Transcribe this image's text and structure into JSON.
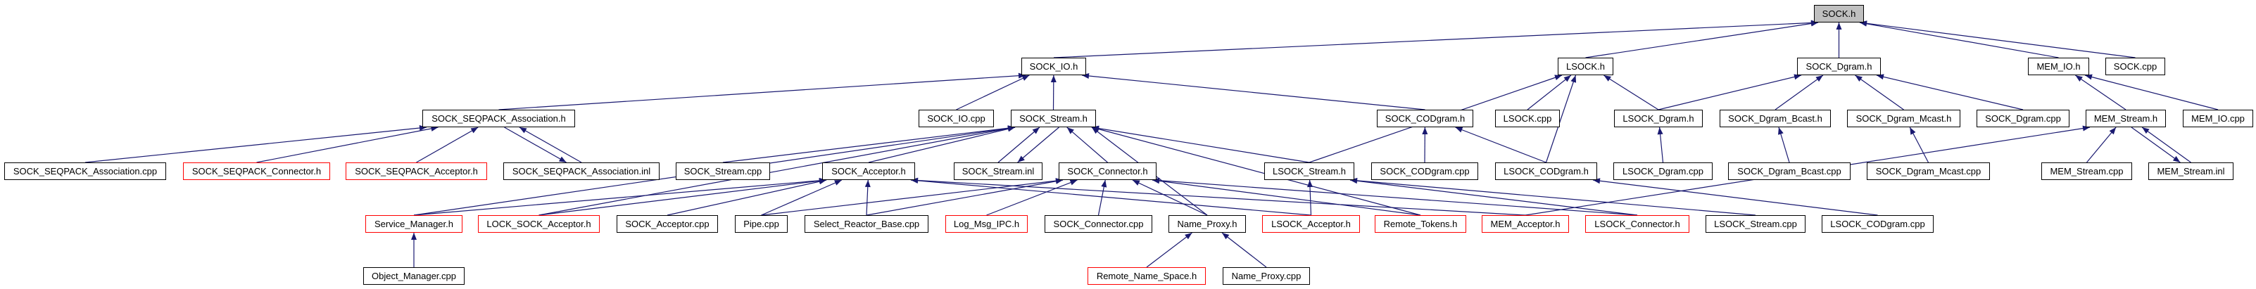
{
  "colors": {
    "edge": "#191970",
    "incomplete_border": "#ff0000",
    "root_fill": "#bfbfbf",
    "border": "#000000"
  },
  "nodes": [
    {
      "label": "SOCK.h",
      "style": "root"
    },
    {
      "label": "SOCK_IO.h",
      "style": "normal"
    },
    {
      "label": "LSOCK.h",
      "style": "normal"
    },
    {
      "label": "SOCK_Dgram.h",
      "style": "normal"
    },
    {
      "label": "MEM_IO.h",
      "style": "normal"
    },
    {
      "label": "SOCK.cpp",
      "style": "normal"
    },
    {
      "label": "SOCK_SEQPACK_Association.h",
      "style": "normal"
    },
    {
      "label": "SOCK_IO.cpp",
      "style": "normal"
    },
    {
      "label": "SOCK_Stream.h",
      "style": "normal"
    },
    {
      "label": "SOCK_CODgram.h",
      "style": "normal"
    },
    {
      "label": "LSOCK.cpp",
      "style": "normal"
    },
    {
      "label": "LSOCK_Dgram.h",
      "style": "normal"
    },
    {
      "label": "SOCK_Dgram_Bcast.h",
      "style": "normal"
    },
    {
      "label": "SOCK_Dgram_Mcast.h",
      "style": "normal"
    },
    {
      "label": "SOCK_Dgram.cpp",
      "style": "normal"
    },
    {
      "label": "MEM_Stream.h",
      "style": "normal"
    },
    {
      "label": "MEM_IO.cpp",
      "style": "normal"
    },
    {
      "label": "SOCK_SEQPACK_Association.cpp",
      "style": "normal"
    },
    {
      "label": "SOCK_SEQPACK_Connector.h",
      "style": "red"
    },
    {
      "label": "SOCK_SEQPACK_Acceptor.h",
      "style": "red"
    },
    {
      "label": "SOCK_SEQPACK_Association.inl",
      "style": "normal"
    },
    {
      "label": "SOCK_Stream.cpp",
      "style": "normal"
    },
    {
      "label": "SOCK_Acceptor.h",
      "style": "normal"
    },
    {
      "label": "SOCK_Stream.inl",
      "style": "normal"
    },
    {
      "label": "SOCK_Connector.h",
      "style": "normal"
    },
    {
      "label": "LSOCK_Stream.h",
      "style": "normal"
    },
    {
      "label": "SOCK_CODgram.cpp",
      "style": "normal"
    },
    {
      "label": "LSOCK_CODgram.h",
      "style": "normal"
    },
    {
      "label": "LSOCK_Dgram.cpp",
      "style": "normal"
    },
    {
      "label": "SOCK_Dgram_Bcast.cpp",
      "style": "normal"
    },
    {
      "label": "SOCK_Dgram_Mcast.cpp",
      "style": "normal"
    },
    {
      "label": "MEM_Stream.cpp",
      "style": "normal"
    },
    {
      "label": "MEM_Stream.inl",
      "style": "normal"
    },
    {
      "label": "Service_Manager.h",
      "style": "red"
    },
    {
      "label": "LOCK_SOCK_Acceptor.h",
      "style": "red"
    },
    {
      "label": "SOCK_Acceptor.cpp",
      "style": "normal"
    },
    {
      "label": "Pipe.cpp",
      "style": "normal"
    },
    {
      "label": "Select_Reactor_Base.cpp",
      "style": "normal"
    },
    {
      "label": "Log_Msg_IPC.h",
      "style": "red"
    },
    {
      "label": "SOCK_Connector.cpp",
      "style": "normal"
    },
    {
      "label": "Name_Proxy.h",
      "style": "normal"
    },
    {
      "label": "LSOCK_Acceptor.h",
      "style": "red"
    },
    {
      "label": "Remote_Tokens.h",
      "style": "red"
    },
    {
      "label": "MEM_Acceptor.h",
      "style": "red"
    },
    {
      "label": "LSOCK_Connector.h",
      "style": "red"
    },
    {
      "label": "LSOCK_Stream.cpp",
      "style": "normal"
    },
    {
      "label": "LSOCK_CODgram.cpp",
      "style": "normal"
    },
    {
      "label": "Object_Manager.cpp",
      "style": "normal"
    },
    {
      "label": "Remote_Name_Space.h",
      "style": "red"
    },
    {
      "label": "Name_Proxy.cpp",
      "style": "normal"
    }
  ],
  "edges": [
    [
      "SOCK_IO.h",
      "SOCK.h"
    ],
    [
      "LSOCK.h",
      "SOCK.h"
    ],
    [
      "SOCK_Dgram.h",
      "SOCK.h"
    ],
    [
      "MEM_IO.h",
      "SOCK.h"
    ],
    [
      "SOCK.cpp",
      "SOCK.h"
    ],
    [
      "SOCK_SEQPACK_Association.h",
      "SOCK_IO.h"
    ],
    [
      "SOCK_IO.cpp",
      "SOCK_IO.h"
    ],
    [
      "SOCK_Stream.h",
      "SOCK_IO.h"
    ],
    [
      "SOCK_CODgram.h",
      "SOCK_IO.h"
    ],
    [
      "LSOCK_Stream.h",
      "LSOCK.h"
    ],
    [
      "LSOCK.cpp",
      "LSOCK.h"
    ],
    [
      "LSOCK_CODgram.h",
      "LSOCK.h"
    ],
    [
      "LSOCK_Dgram.h",
      "LSOCK.h"
    ],
    [
      "LSOCK_Dgram.h",
      "SOCK_Dgram.h"
    ],
    [
      "SOCK_Dgram_Bcast.h",
      "SOCK_Dgram.h"
    ],
    [
      "SOCK_Dgram_Mcast.h",
      "SOCK_Dgram.h"
    ],
    [
      "SOCK_Dgram.cpp",
      "SOCK_Dgram.h"
    ],
    [
      "MEM_Stream.h",
      "MEM_IO.h"
    ],
    [
      "MEM_IO.cpp",
      "MEM_IO.h"
    ],
    [
      "SOCK_SEQPACK_Association.cpp",
      "SOCK_SEQPACK_Association.h"
    ],
    [
      "SOCK_SEQPACK_Connector.h",
      "SOCK_SEQPACK_Association.h"
    ],
    [
      "SOCK_SEQPACK_Acceptor.h",
      "SOCK_SEQPACK_Association.h"
    ],
    [
      "SOCK_SEQPACK_Association.inl",
      "SOCK_SEQPACK_Association.h"
    ],
    [
      "SOCK_SEQPACK_Association.h",
      "SOCK_SEQPACK_Association.inl"
    ],
    [
      "SOCK_Stream.cpp",
      "SOCK_Stream.h"
    ],
    [
      "SOCK_Acceptor.h",
      "SOCK_Stream.h"
    ],
    [
      "SOCK_Stream.inl",
      "SOCK_Stream.h"
    ],
    [
      "SOCK_Stream.h",
      "SOCK_Stream.inl"
    ],
    [
      "SOCK_Connector.h",
      "SOCK_Stream.h"
    ],
    [
      "LSOCK_Stream.h",
      "SOCK_Stream.h"
    ],
    [
      "Service_Manager.h",
      "SOCK_Stream.h"
    ],
    [
      "LOCK_SOCK_Acceptor.h",
      "SOCK_Stream.h"
    ],
    [
      "Name_Proxy.h",
      "SOCK_Stream.h"
    ],
    [
      "Remote_Tokens.h",
      "SOCK_Stream.h"
    ],
    [
      "SOCK_CODgram.cpp",
      "SOCK_CODgram.h"
    ],
    [
      "LSOCK_CODgram.h",
      "SOCK_CODgram.h"
    ],
    [
      "LSOCK_Dgram.cpp",
      "LSOCK_Dgram.h"
    ],
    [
      "SOCK_Dgram_Bcast.cpp",
      "SOCK_Dgram_Bcast.h"
    ],
    [
      "SOCK_Dgram_Mcast.cpp",
      "SOCK_Dgram_Mcast.h"
    ],
    [
      "MEM_Stream.cpp",
      "MEM_Stream.h"
    ],
    [
      "MEM_Stream.inl",
      "MEM_Stream.h"
    ],
    [
      "MEM_Stream.h",
      "MEM_Stream.inl"
    ],
    [
      "MEM_Acceptor.h",
      "MEM_Stream.h"
    ],
    [
      "Service_Manager.h",
      "SOCK_Acceptor.h"
    ],
    [
      "LOCK_SOCK_Acceptor.h",
      "SOCK_Acceptor.h"
    ],
    [
      "SOCK_Acceptor.cpp",
      "SOCK_Acceptor.h"
    ],
    [
      "Pipe.cpp",
      "SOCK_Acceptor.h"
    ],
    [
      "Select_Reactor_Base.cpp",
      "SOCK_Acceptor.h"
    ],
    [
      "LSOCK_Acceptor.h",
      "SOCK_Acceptor.h"
    ],
    [
      "MEM_Acceptor.h",
      "SOCK_Acceptor.h"
    ],
    [
      "Pipe.cpp",
      "SOCK_Connector.h"
    ],
    [
      "Select_Reactor_Base.cpp",
      "SOCK_Connector.h"
    ],
    [
      "Log_Msg_IPC.h",
      "SOCK_Connector.h"
    ],
    [
      "SOCK_Connector.cpp",
      "SOCK_Connector.h"
    ],
    [
      "Name_Proxy.h",
      "SOCK_Connector.h"
    ],
    [
      "Remote_Tokens.h",
      "SOCK_Connector.h"
    ],
    [
      "LSOCK_Connector.h",
      "SOCK_Connector.h"
    ],
    [
      "LSOCK_Acceptor.h",
      "LSOCK_Stream.h"
    ],
    [
      "LSOCK_Connector.h",
      "LSOCK_Stream.h"
    ],
    [
      "LSOCK_Stream.cpp",
      "LSOCK_Stream.h"
    ],
    [
      "LSOCK_CODgram.cpp",
      "LSOCK_CODgram.h"
    ],
    [
      "Object_Manager.cpp",
      "Service_Manager.h"
    ],
    [
      "Remote_Name_Space.h",
      "Name_Proxy.h"
    ],
    [
      "Name_Proxy.cpp",
      "Name_Proxy.h"
    ]
  ]
}
